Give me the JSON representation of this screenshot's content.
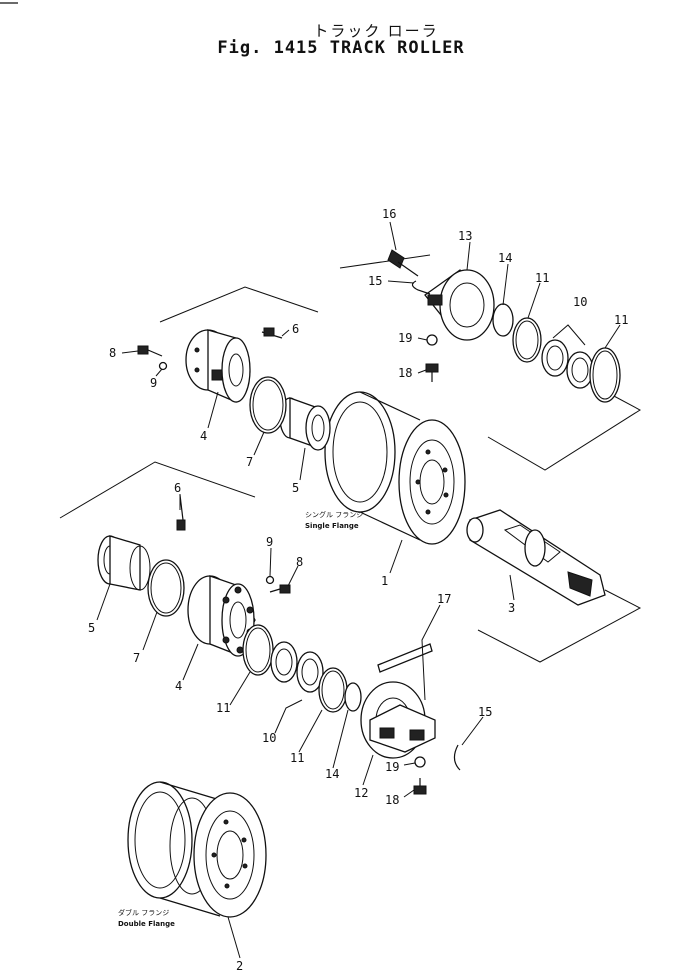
{
  "figure": {
    "title_jp": "トラック ローラ",
    "title_en": "Fig. 1415   TRACK ROLLER"
  },
  "callouts": {
    "n1": "1",
    "n2": "2",
    "n3": "3",
    "n4a": "4",
    "n4b": "4",
    "n5a": "5",
    "n5b": "5",
    "n6a": "6",
    "n6b": "6",
    "n7a": "7",
    "n7b": "7",
    "n8a": "8",
    "n8b": "8",
    "n9a": "9",
    "n9b": "9",
    "n10a": "10",
    "n10b": "10",
    "n11a": "11",
    "n11b": "11",
    "n11c": "11",
    "n11d": "11",
    "n12": "12",
    "n13": "13",
    "n14a": "14",
    "n14b": "14",
    "n15a": "15",
    "n15b": "15",
    "n16": "16",
    "n17": "17",
    "n18a": "18",
    "n18b": "18",
    "n19a": "19",
    "n19b": "19"
  },
  "captions": {
    "single_jp": "シングル フランジ",
    "single_en": "Single Flange",
    "double_jp": "ダブル フランジ",
    "double_en": "Double Flange"
  }
}
